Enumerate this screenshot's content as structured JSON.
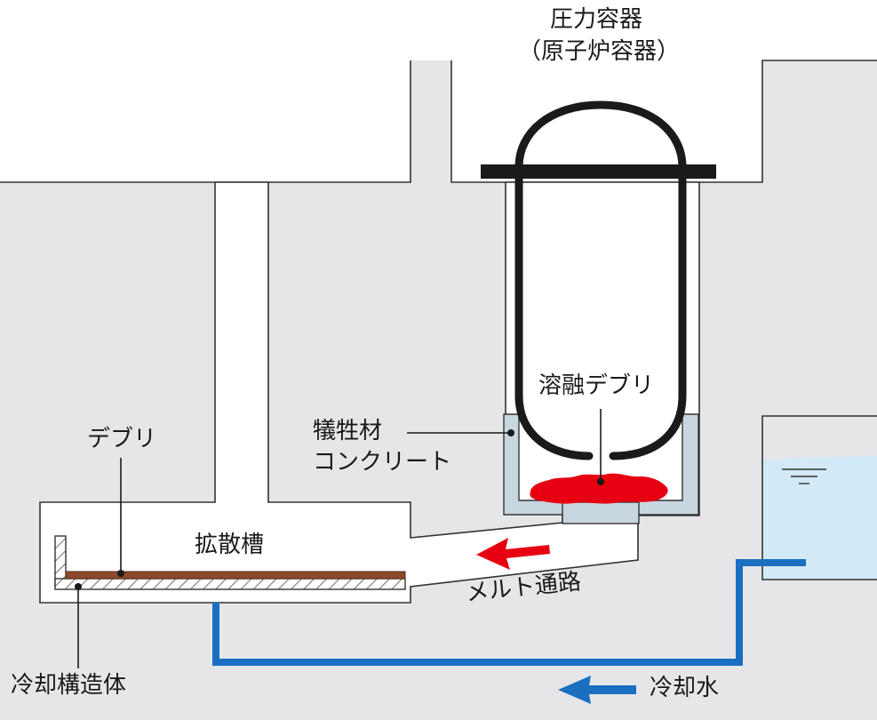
{
  "labels": {
    "pressure_vessel_line1": "圧力容器",
    "pressure_vessel_line2": "（原子炉容器）",
    "molten_debris": "溶融デブリ",
    "sacrificial_concrete_line1": "犠牲材",
    "sacrificial_concrete_line2": "コンクリート",
    "debris": "デブリ",
    "spreading_tank": "拡散槽",
    "melt_channel": "メルト通路",
    "cooling_structure": "冷却構造体",
    "cooling_water": "冷却水"
  },
  "colors": {
    "concrete": "#e6e6e8",
    "outline": "#333333",
    "vessel": "#1a1a1a",
    "melt": "#e60012",
    "debris_layer": "#8b4a2b",
    "sacrificial_material": "#c8d6df",
    "water": "#d2e9f7",
    "pipe": "#1a6fc1"
  }
}
